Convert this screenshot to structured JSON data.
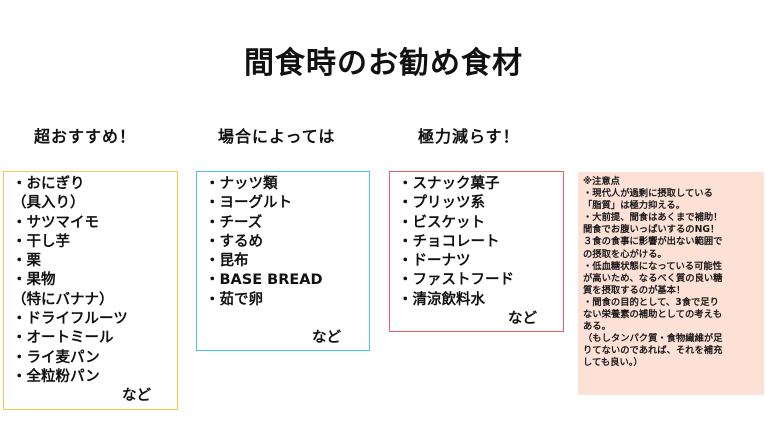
{
  "title": "間食時のお勧め食材",
  "columns": [
    {
      "heading": "超おすすめ！",
      "border_color": "#f9c84a",
      "items": [
        "・おにぎり",
        "（具入り）",
        "・サツマイモ",
        "・干し芋",
        "・栗",
        "・果物",
        "（特にバナナ）",
        "・ドライフルーツ",
        "・オートミール",
        "・ライ麦パン",
        "・全粒粉パン"
      ],
      "etc": "など"
    },
    {
      "heading": "場合によっては",
      "border_color": "#4fc1ef",
      "items": [
        "・ナッツ類",
        "・ヨーグルト",
        "・チーズ",
        "・するめ",
        "・昆布",
        "・BASE BREAD",
        "・茹で卵"
      ],
      "etc": "など"
    },
    {
      "heading": "極力減らす！",
      "border_color": "#ee5a68",
      "items": [
        "・スナック菓子",
        "・プリッツ系",
        "・ビスケット",
        "・チョコレート",
        "・ドーナツ",
        "・ファストフード",
        "・清涼飲料水"
      ],
      "etc": "など"
    }
  ],
  "note": {
    "background": "#fde0d6",
    "title": "※注意点",
    "lines": [
      "・現代人が過剰に摂取している",
      "「脂質」は極力抑える。",
      "・大前提、間食はあくまで補助！",
      "間食でお腹いっぱいするのNG！",
      "３食の食事に影響が出ない範囲で",
      "の摂取を心がける。",
      "・低血糖状態になっている可能性",
      "が高いため、なるべく質の良い糖",
      "質を摂取するのが基本！",
      "・間食の目的として、3食で足り",
      "ない栄養素の補助としての考えも",
      "ある。",
      "（もしタンパク質・食物繊維が足",
      "りてないのであれば、それを補充",
      "しても良い。）"
    ]
  }
}
